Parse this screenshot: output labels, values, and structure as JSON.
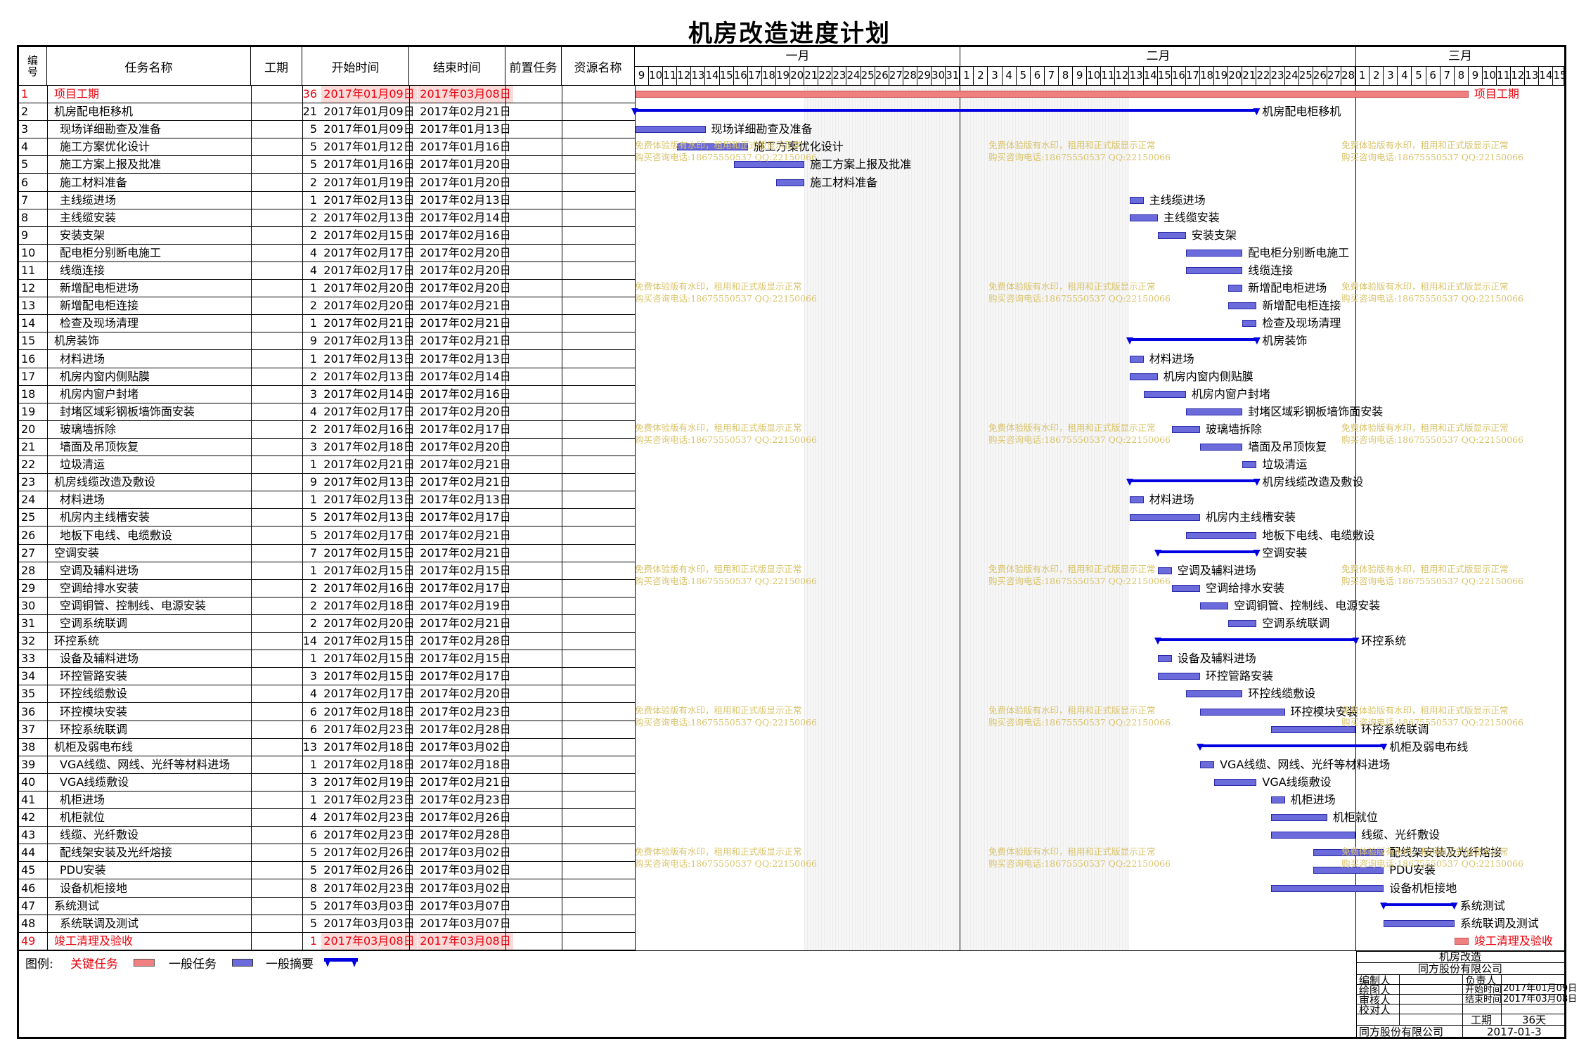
{
  "title": "机房改造进度计划",
  "headers": {
    "id": "编号",
    "name": "任务名称",
    "duration": "工期",
    "start": "开始时间",
    "end": "结束时间",
    "predecessor": "前置任务",
    "resource": "资源名称"
  },
  "months": [
    "一月",
    "二月",
    "三月"
  ],
  "days": [
    "9",
    "10",
    "11",
    "12",
    "13",
    "14",
    "15",
    "16",
    "17",
    "18",
    "19",
    "20",
    "21",
    "22",
    "23",
    "24",
    "25",
    "26",
    "27",
    "28",
    "29",
    "30",
    "31",
    "1",
    "2",
    "3",
    "4",
    "5",
    "6",
    "7",
    "8",
    "9",
    "10",
    "11",
    "12",
    "13",
    "14",
    "15",
    "16",
    "17",
    "18",
    "19",
    "20",
    "21",
    "22",
    "23",
    "24",
    "25",
    "26",
    "27",
    "28",
    "1",
    "2",
    "3",
    "4",
    "5",
    "6",
    "7",
    "8",
    "9",
    "10",
    "11",
    "12",
    "13",
    "14",
    "15"
  ],
  "colors": {
    "critical": "#f08080",
    "normal": "#6b6bdb",
    "summary": "#0000e0",
    "critical_text": "#e8000b",
    "watermark": "#d9c36a"
  },
  "tasks": [
    {
      "id": "1",
      "name": "项目工期",
      "duration": "36",
      "start": "2017年01月09日",
      "end": "2017年03月08日",
      "type": "critical",
      "s": 0,
      "e": 59
    },
    {
      "id": "2",
      "name": "机房配电柜移机",
      "duration": "21",
      "start": "2017年01月09日",
      "end": "2017年02月21日",
      "type": "summary",
      "s": 0,
      "e": 44
    },
    {
      "id": "3",
      "name": "现场详细勘查及准备",
      "duration": "5",
      "start": "2017年01月09日",
      "end": "2017年01月13日",
      "type": "normal",
      "s": 0,
      "e": 5
    },
    {
      "id": "4",
      "name": "施工方案优化设计",
      "duration": "5",
      "start": "2017年01月12日",
      "end": "2017年01月16日",
      "type": "normal",
      "s": 3,
      "e": 8
    },
    {
      "id": "5",
      "name": "施工方案上报及批准",
      "duration": "5",
      "start": "2017年01月16日",
      "end": "2017年01月20日",
      "type": "normal",
      "s": 7,
      "e": 12
    },
    {
      "id": "6",
      "name": "施工材料准备",
      "duration": "2",
      "start": "2017年01月19日",
      "end": "2017年01月20日",
      "type": "normal",
      "s": 10,
      "e": 12
    },
    {
      "id": "7",
      "name": "主线缆进场",
      "duration": "1",
      "start": "2017年02月13日",
      "end": "2017年02月13日",
      "type": "normal",
      "s": 35,
      "e": 36
    },
    {
      "id": "8",
      "name": "主线缆安装",
      "duration": "2",
      "start": "2017年02月13日",
      "end": "2017年02月14日",
      "type": "normal",
      "s": 35,
      "e": 37
    },
    {
      "id": "9",
      "name": "安装支架",
      "duration": "2",
      "start": "2017年02月15日",
      "end": "2017年02月16日",
      "type": "normal",
      "s": 37,
      "e": 39
    },
    {
      "id": "10",
      "name": "配电柜分别断电施工",
      "duration": "4",
      "start": "2017年02月17日",
      "end": "2017年02月20日",
      "type": "normal",
      "s": 39,
      "e": 43
    },
    {
      "id": "11",
      "name": "线缆连接",
      "duration": "4",
      "start": "2017年02月17日",
      "end": "2017年02月20日",
      "type": "normal",
      "s": 39,
      "e": 43
    },
    {
      "id": "12",
      "name": "新增配电柜进场",
      "duration": "1",
      "start": "2017年02月20日",
      "end": "2017年02月20日",
      "type": "normal",
      "s": 42,
      "e": 43
    },
    {
      "id": "13",
      "name": "新增配电柜连接",
      "duration": "2",
      "start": "2017年02月20日",
      "end": "2017年02月21日",
      "type": "normal",
      "s": 42,
      "e": 44
    },
    {
      "id": "14",
      "name": "检查及现场清理",
      "duration": "1",
      "start": "2017年02月21日",
      "end": "2017年02月21日",
      "type": "normal",
      "s": 43,
      "e": 44
    },
    {
      "id": "15",
      "name": "机房装饰",
      "duration": "9",
      "start": "2017年02月13日",
      "end": "2017年02月21日",
      "type": "summary",
      "s": 35,
      "e": 44
    },
    {
      "id": "16",
      "name": "材料进场",
      "duration": "1",
      "start": "2017年02月13日",
      "end": "2017年02月13日",
      "type": "normal",
      "s": 35,
      "e": 36
    },
    {
      "id": "17",
      "name": "机房内窗内侧贴膜",
      "duration": "2",
      "start": "2017年02月13日",
      "end": "2017年02月14日",
      "type": "normal",
      "s": 35,
      "e": 37
    },
    {
      "id": "18",
      "name": "机房内窗户封堵",
      "duration": "3",
      "start": "2017年02月14日",
      "end": "2017年02月16日",
      "type": "normal",
      "s": 36,
      "e": 39
    },
    {
      "id": "19",
      "name": "封堵区域彩钢板墙饰面安装",
      "duration": "4",
      "start": "2017年02月17日",
      "end": "2017年02月20日",
      "type": "normal",
      "s": 39,
      "e": 43
    },
    {
      "id": "20",
      "name": "玻璃墙拆除",
      "duration": "2",
      "start": "2017年02月16日",
      "end": "2017年02月17日",
      "type": "normal",
      "s": 38,
      "e": 40
    },
    {
      "id": "21",
      "name": "墙面及吊顶恢复",
      "duration": "3",
      "start": "2017年02月18日",
      "end": "2017年02月20日",
      "type": "normal",
      "s": 40,
      "e": 43
    },
    {
      "id": "22",
      "name": "垃圾清运",
      "duration": "1",
      "start": "2017年02月21日",
      "end": "2017年02月21日",
      "type": "normal",
      "s": 43,
      "e": 44
    },
    {
      "id": "23",
      "name": "机房线缆改造及敷设",
      "duration": "9",
      "start": "2017年02月13日",
      "end": "2017年02月21日",
      "type": "summary",
      "s": 35,
      "e": 44
    },
    {
      "id": "24",
      "name": "材料进场",
      "duration": "1",
      "start": "2017年02月13日",
      "end": "2017年02月13日",
      "type": "normal",
      "s": 35,
      "e": 36
    },
    {
      "id": "25",
      "name": "机房内主线槽安装",
      "duration": "5",
      "start": "2017年02月13日",
      "end": "2017年02月17日",
      "type": "normal",
      "s": 35,
      "e": 40
    },
    {
      "id": "26",
      "name": "地板下电线、电缆敷设",
      "duration": "5",
      "start": "2017年02月17日",
      "end": "2017年02月21日",
      "type": "normal",
      "s": 39,
      "e": 44
    },
    {
      "id": "27",
      "name": "空调安装",
      "duration": "7",
      "start": "2017年02月15日",
      "end": "2017年02月21日",
      "type": "summary",
      "s": 37,
      "e": 44
    },
    {
      "id": "28",
      "name": "空调及辅料进场",
      "duration": "1",
      "start": "2017年02月15日",
      "end": "2017年02月15日",
      "type": "normal",
      "s": 37,
      "e": 38
    },
    {
      "id": "29",
      "name": "空调给排水安装",
      "duration": "2",
      "start": "2017年02月16日",
      "end": "2017年02月17日",
      "type": "normal",
      "s": 38,
      "e": 40
    },
    {
      "id": "30",
      "name": "空调铜管、控制线、电源安装",
      "duration": "2",
      "start": "2017年02月18日",
      "end": "2017年02月19日",
      "type": "normal",
      "s": 40,
      "e": 42
    },
    {
      "id": "31",
      "name": "空调系统联调",
      "duration": "2",
      "start": "2017年02月20日",
      "end": "2017年02月21日",
      "type": "normal",
      "s": 42,
      "e": 44
    },
    {
      "id": "32",
      "name": "环控系统",
      "duration": "14",
      "start": "2017年02月15日",
      "end": "2017年02月28日",
      "type": "summary",
      "s": 37,
      "e": 51
    },
    {
      "id": "33",
      "name": "设备及辅料进场",
      "duration": "1",
      "start": "2017年02月15日",
      "end": "2017年02月15日",
      "type": "normal",
      "s": 37,
      "e": 38
    },
    {
      "id": "34",
      "name": "环控管路安装",
      "duration": "3",
      "start": "2017年02月15日",
      "end": "2017年02月17日",
      "type": "normal",
      "s": 37,
      "e": 40
    },
    {
      "id": "35",
      "name": "环控线缆敷设",
      "duration": "4",
      "start": "2017年02月17日",
      "end": "2017年02月20日",
      "type": "normal",
      "s": 39,
      "e": 43
    },
    {
      "id": "36",
      "name": "环控模块安装",
      "duration": "6",
      "start": "2017年02月18日",
      "end": "2017年02月23日",
      "type": "normal",
      "s": 40,
      "e": 46
    },
    {
      "id": "37",
      "name": "环控系统联调",
      "duration": "6",
      "start": "2017年02月23日",
      "end": "2017年02月28日",
      "type": "normal",
      "s": 45,
      "e": 51
    },
    {
      "id": "38",
      "name": "机柜及弱电布线",
      "duration": "13",
      "start": "2017年02月18日",
      "end": "2017年03月02日",
      "type": "summary",
      "s": 40,
      "e": 53
    },
    {
      "id": "39",
      "name": "VGA线缆、网线、光纤等材料进场",
      "duration": "1",
      "start": "2017年02月18日",
      "end": "2017年02月18日",
      "type": "normal",
      "s": 40,
      "e": 41
    },
    {
      "id": "40",
      "name": "VGA线缆敷设",
      "duration": "3",
      "start": "2017年02月19日",
      "end": "2017年02月21日",
      "type": "normal",
      "s": 41,
      "e": 44
    },
    {
      "id": "41",
      "name": "机柜进场",
      "duration": "1",
      "start": "2017年02月23日",
      "end": "2017年02月23日",
      "type": "normal",
      "s": 45,
      "e": 46
    },
    {
      "id": "42",
      "name": "机柜就位",
      "duration": "4",
      "start": "2017年02月23日",
      "end": "2017年02月26日",
      "type": "normal",
      "s": 45,
      "e": 49
    },
    {
      "id": "43",
      "name": "线缆、光纤敷设",
      "duration": "6",
      "start": "2017年02月23日",
      "end": "2017年02月28日",
      "type": "normal",
      "s": 45,
      "e": 51
    },
    {
      "id": "44",
      "name": "配线架安装及光纤熔接",
      "duration": "5",
      "start": "2017年02月26日",
      "end": "2017年03月02日",
      "type": "normal",
      "s": 48,
      "e": 53
    },
    {
      "id": "45",
      "name": "PDU安装",
      "duration": "5",
      "start": "2017年02月26日",
      "end": "2017年03月02日",
      "type": "normal",
      "s": 48,
      "e": 53
    },
    {
      "id": "46",
      "name": "设备机柜接地",
      "duration": "8",
      "start": "2017年02月23日",
      "end": "2017年03月02日",
      "type": "normal",
      "s": 45,
      "e": 53
    },
    {
      "id": "47",
      "name": "系统测试",
      "duration": "5",
      "start": "2017年03月03日",
      "end": "2017年03月07日",
      "type": "summary",
      "s": 53,
      "e": 58
    },
    {
      "id": "48",
      "name": "系统联调及测试",
      "duration": "5",
      "start": "2017年03月03日",
      "end": "2017年03月07日",
      "type": "normal",
      "s": 53,
      "e": 58
    },
    {
      "id": "49",
      "name": "竣工清理及验收",
      "duration": "1",
      "start": "2017年03月08日",
      "end": "2017年03月08日",
      "type": "critical",
      "s": 58,
      "e": 59
    }
  ],
  "watermark": {
    "line1": "免费体验版有水印，租用和正式版显示正常",
    "line2": "购买咨询电话:18675550537 QQ:22150066"
  },
  "legend": {
    "label": "图例:",
    "critical": "关键任务",
    "normal": "一般任务",
    "summary": "一般摘要"
  },
  "info_block": {
    "project": "机房改造",
    "company": "同方股份有限公司",
    "editor": "编制人",
    "drawer": "绘图人",
    "reviewer": "审核人",
    "checker": "校对人",
    "owner": "负责人",
    "start_label": "开始时间",
    "end_label": "结束时间",
    "duration_label": "工期",
    "start_value": "2017年01月09日",
    "end_value": "2017年03月08日",
    "duration_value": "36天",
    "footer_company": "同方股份有限公司",
    "footer_date": "2017-01-3"
  }
}
